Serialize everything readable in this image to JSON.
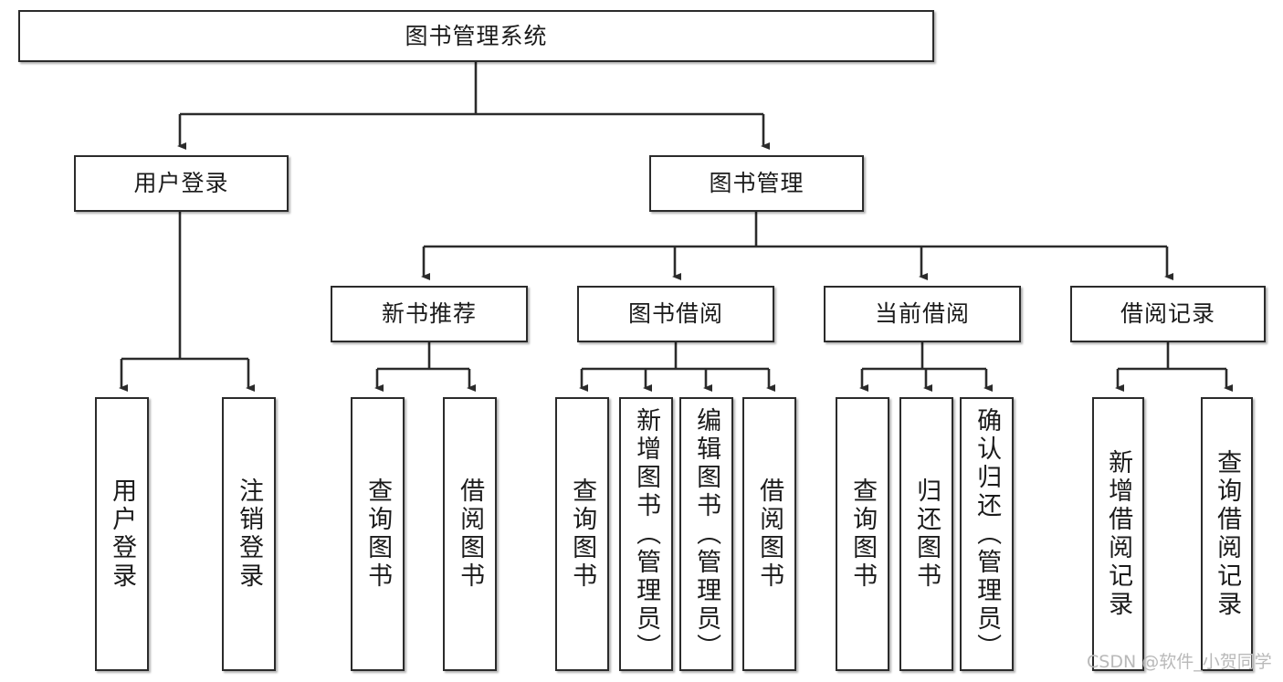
{
  "diagram": {
    "title": "图书管理系统",
    "type": "hierarchy-tree",
    "root": {
      "label": "图书管理系统"
    },
    "level1": [
      {
        "label": "用户登录"
      },
      {
        "label": "图书管理"
      }
    ],
    "level2": [
      {
        "label": "新书推荐"
      },
      {
        "label": "图书借阅"
      },
      {
        "label": "当前借阅"
      },
      {
        "label": "借阅记录"
      }
    ],
    "leaves": {
      "user_login": [
        {
          "label": "用户登录"
        },
        {
          "label": "注销登录"
        }
      ],
      "new_book_recommend": [
        {
          "label": "查询图书"
        },
        {
          "label": "借阅图书"
        }
      ],
      "book_borrow": [
        {
          "label": "查询图书"
        },
        {
          "label": "新增图书（管理员）"
        },
        {
          "label": "编辑图书（管理员）"
        },
        {
          "label": "借阅图书"
        }
      ],
      "current_borrow": [
        {
          "label": "查询图书"
        },
        {
          "label": "归还图书"
        },
        {
          "label": "确认归还（管理员）"
        }
      ],
      "borrow_record": [
        {
          "label": "新增借阅记录"
        },
        {
          "label": "查询借阅记录"
        }
      ]
    }
  },
  "watermark": {
    "text": "CSDN @软件_小贺同学"
  },
  "colors": {
    "border": "#2b2b2b",
    "text": "#1b1b1b",
    "background": "#ffffff",
    "connector": "#2b2b2b",
    "watermark": "#b9b9b9"
  }
}
